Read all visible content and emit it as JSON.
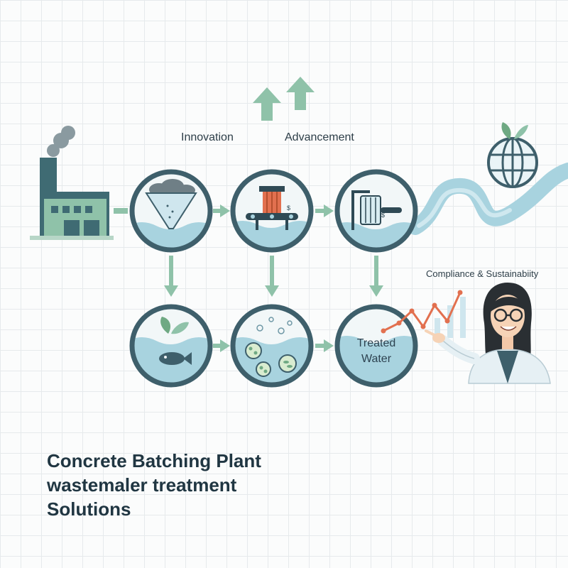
{
  "labels": {
    "innovation": "Innovation",
    "advancement": "Advancement",
    "compliance": "Compliance & Sustainabiity",
    "treated_line1": "Treated",
    "treated_line2": "Water"
  },
  "title": {
    "line1": "Concrete Batching Plant",
    "line2": "wastemaler treatment",
    "line3": "Solutions"
  },
  "colors": {
    "ring": "#3e5f6b",
    "water": "#a8d3df",
    "arrow": "#8fc2a9",
    "factory": "#3f6b73",
    "chart_line": "#e2704f",
    "title_text": "#203642"
  },
  "icons": [
    "factory-icon",
    "arrow-up-icon",
    "globe-icon",
    "leaf-icon",
    "sediment-tank-icon",
    "press-filter-icon",
    "filtration-unit-icon",
    "fish-icon",
    "microbe-icon",
    "line-chart-icon",
    "scientist-icon"
  ]
}
